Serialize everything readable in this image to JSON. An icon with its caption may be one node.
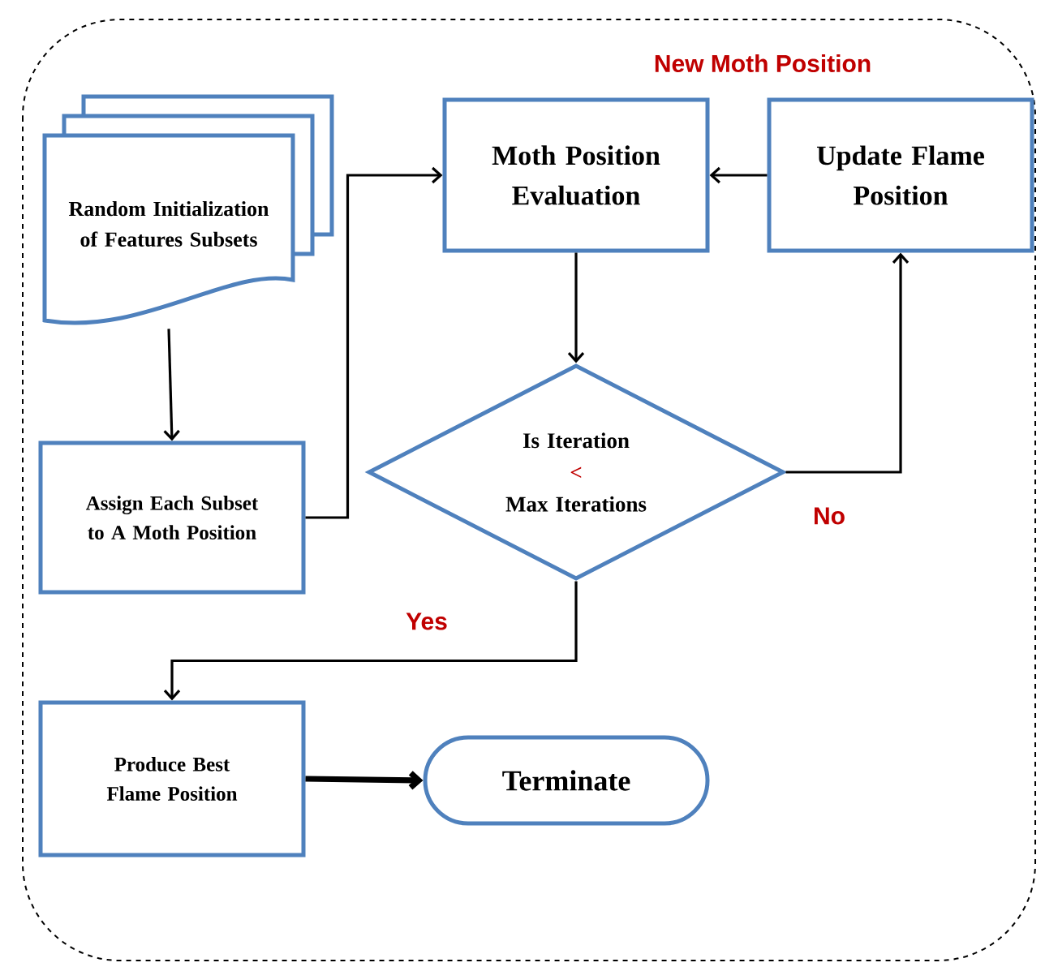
{
  "diagram": {
    "nodes": [
      {
        "text": [
          "Random Initialization of Features Subsets"
        ]
      },
      {
        "text": [
          "Assign Each Subset to A Moth Position"
        ]
      },
      {
        "text": [
          "Moth Position Evaluation"
        ]
      },
      {
        "text": [
          "Update Flame Position"
        ]
      },
      {
        "text": [
          "Is Iteration",
          "<",
          "Max Iterations"
        ]
      },
      {
        "text": [
          "Produce Best Flame Position"
        ]
      },
      {
        "text": [
          "Terminate"
        ]
      }
    ],
    "edges": [
      {
        "from": 0,
        "to": 1,
        "arrow": "to"
      },
      {
        "from": 1,
        "to": 2,
        "arrow": "to"
      },
      {
        "from": 3,
        "to": 2,
        "arrow": "to"
      },
      {
        "from": 2,
        "to": 4,
        "arrow": "to"
      },
      {
        "from": 4,
        "to": 3,
        "arrow": "to",
        "label": "No"
      },
      {
        "from": 4,
        "to": 5,
        "arrow": "to",
        "label": "Yes"
      },
      {
        "from": 5,
        "to": 6,
        "arrow": "to",
        "style": "thick"
      }
    ],
    "labels": [
      "New Moth Position"
    ]
  }
}
